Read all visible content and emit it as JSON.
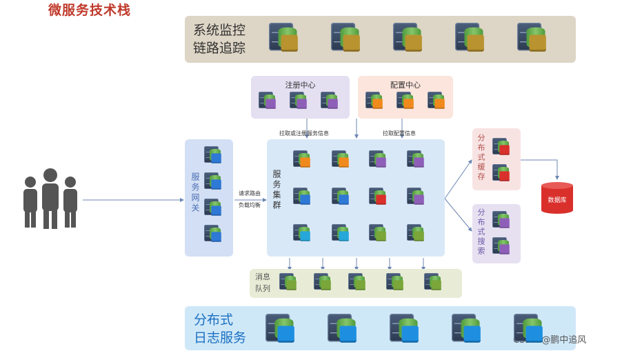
{
  "title": "微服务技术栈",
  "monitor": {
    "line1": "系统监控",
    "line2": "链路追踪"
  },
  "registry": {
    "label": "注册中心"
  },
  "config": {
    "label": "配置中心"
  },
  "arrows": {
    "pull_registry": "拉取或注册服务信息",
    "pull_config": "拉取配置信息"
  },
  "gateway": {
    "label": "服务网关"
  },
  "gateway_note": {
    "line1": "请求路由",
    "line2": "负载均衡"
  },
  "cluster": {
    "label": "服务集群"
  },
  "cache": {
    "label": "分布式缓存"
  },
  "search": {
    "label": "分布式搜索"
  },
  "database": {
    "label": "数据库"
  },
  "mq": {
    "line1": "消息",
    "line2": "队列"
  },
  "logging": {
    "line1": "分布式",
    "line2": "日志服务"
  },
  "watermark": "CSDN @鹏中追风",
  "colors": {
    "monitor_bg": "#ddd5c5",
    "registry_bg": "#e4dff1",
    "config_bg": "#fbe5dc",
    "gateway_bg": "#d3dff4",
    "cluster_bg": "#d9e8f7",
    "cache_bg": "#f8e3e3",
    "search_bg": "#e6e0f1",
    "mq_bg": "#e8ecd6",
    "logging_bg": "#cfe8f8",
    "db_red": "#d9302c",
    "title_red": "#c0392b"
  }
}
